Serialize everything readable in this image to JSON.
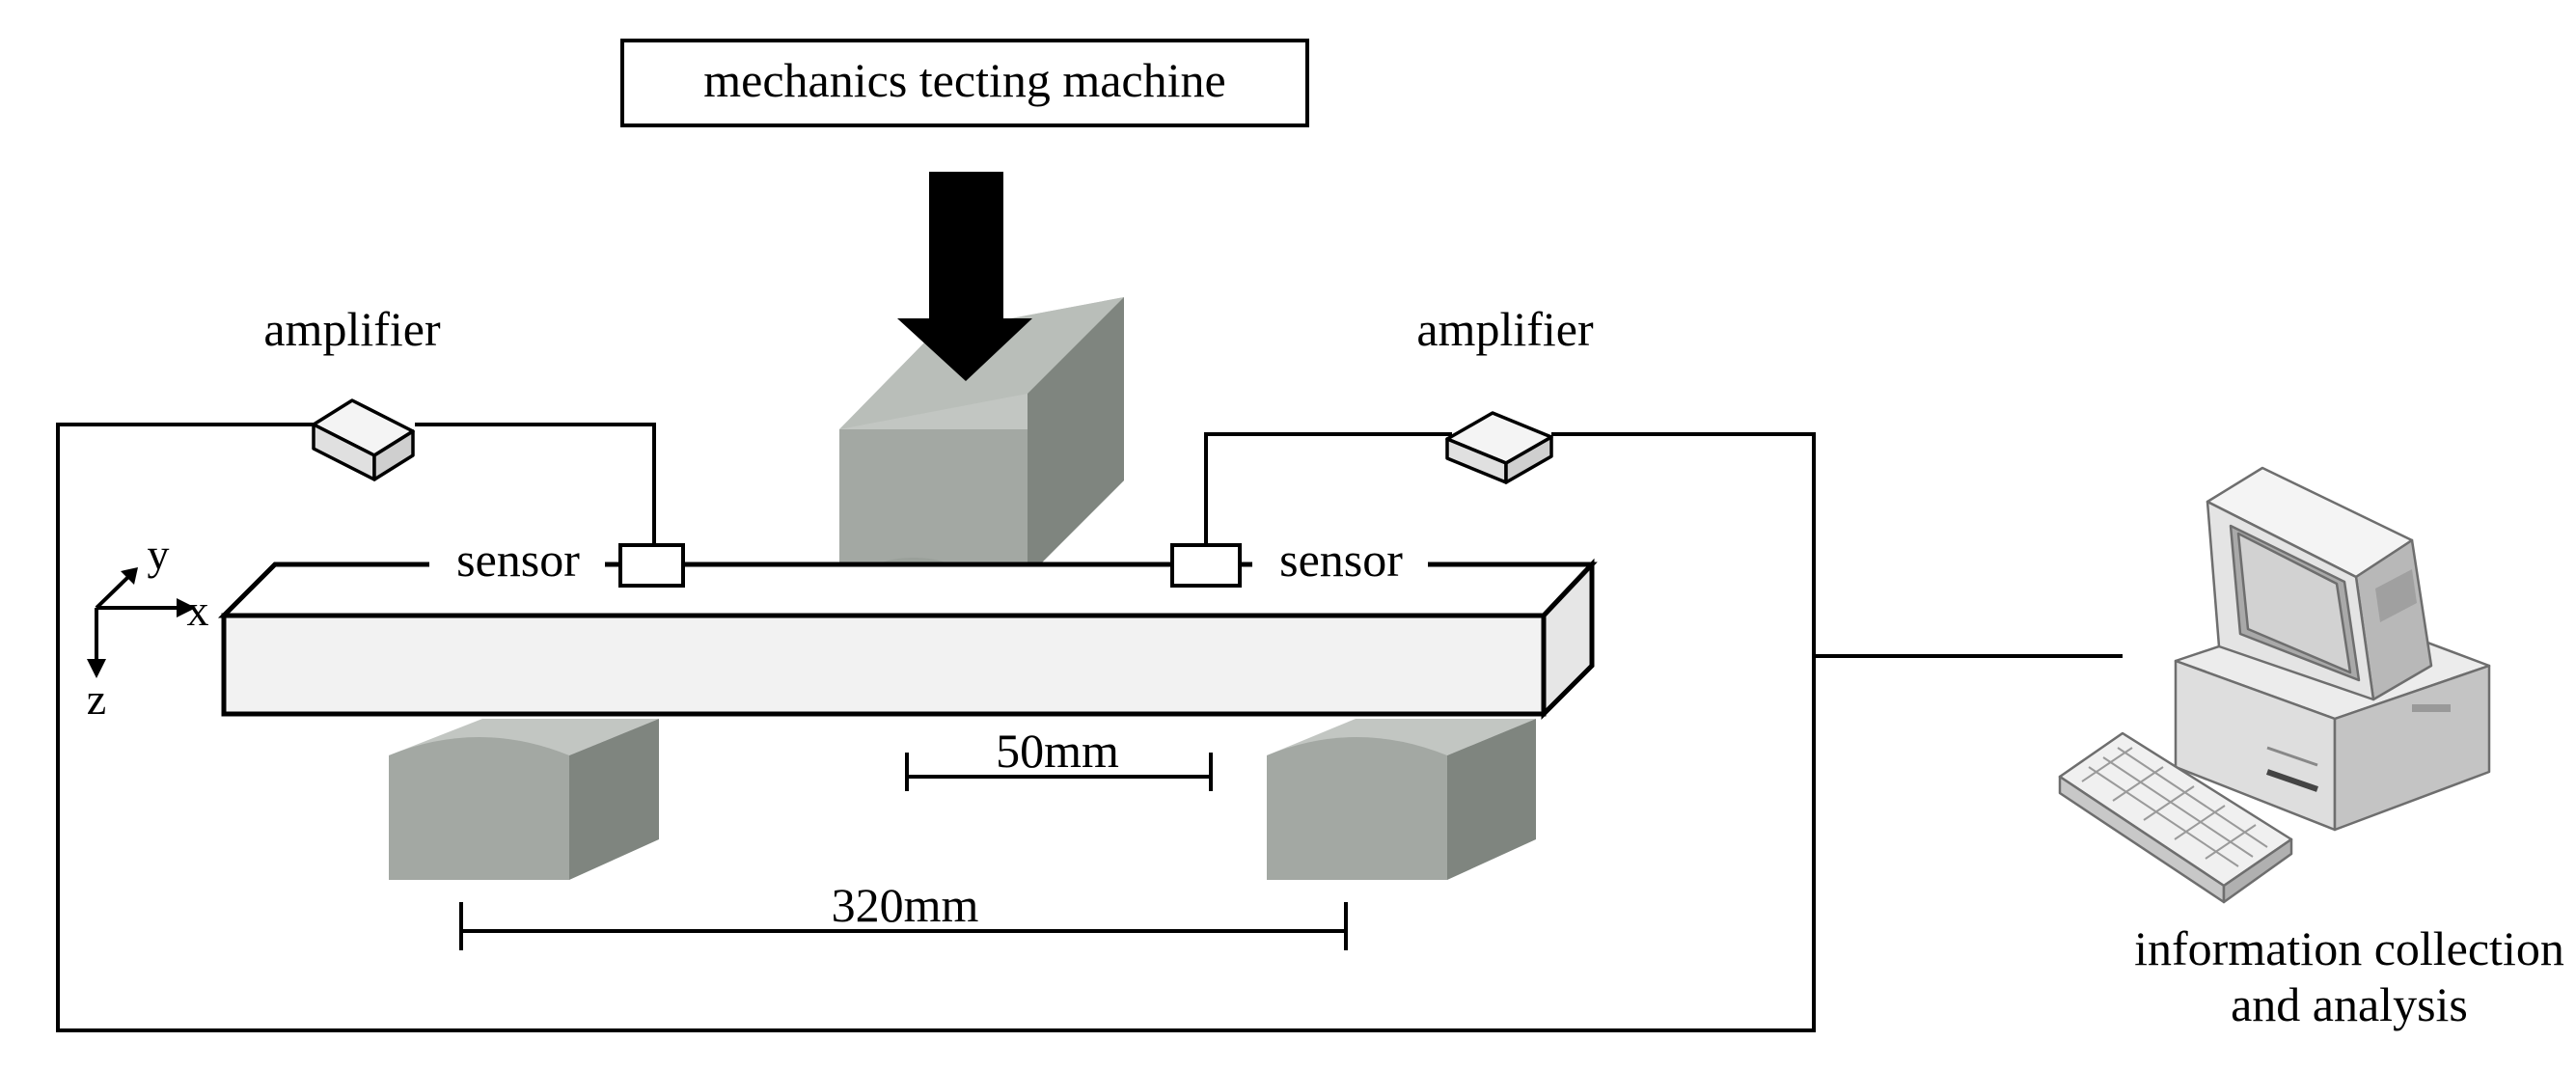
{
  "title": "mechanics tecting machine",
  "labels": {
    "amplifier_left": "amplifier",
    "amplifier_right": "amplifier",
    "sensor_left": "sensor",
    "sensor_right": "sensor",
    "span_inner": "50mm",
    "span_outer": "320mm",
    "computer_line1": "information collection",
    "computer_line2": "and analysis"
  },
  "axes": {
    "x": "x",
    "y": "y",
    "z": "z"
  },
  "colors": {
    "line": "#000000",
    "beam_fill": "#f2f2f2",
    "support_front": "#a3a8a3",
    "support_side": "#7f857f",
    "support_top": "#c2c6c2",
    "computer_light": "#e8e8e8",
    "computer_mid": "#c9c9c9",
    "computer_dark": "#9a9a9a"
  },
  "icons": {
    "load": "down-arrow-icon",
    "computer": "desktop-computer-icon",
    "keyboard": "keyboard-icon"
  }
}
